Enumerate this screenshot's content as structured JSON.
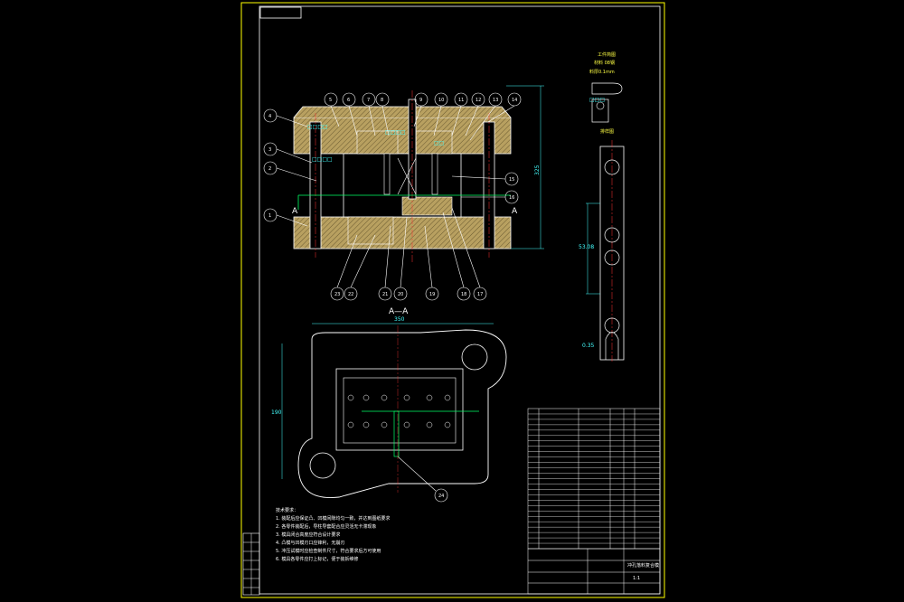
{
  "section_label": "A—A",
  "section_marker": "A",
  "dimensions": {
    "height_main": "325",
    "width_plan": "350",
    "height_plan": "190",
    "strip_pitch": "53.08",
    "strip_width": "0.35"
  },
  "part_refs": [
    "1",
    "2",
    "3",
    "4",
    "5",
    "6",
    "7",
    "8",
    "9",
    "10",
    "11",
    "12",
    "13",
    "14",
    "15",
    "16",
    "17",
    "18",
    "19",
    "20",
    "21",
    "22",
    "23",
    "24"
  ],
  "workpiece_title": "工件简图",
  "workpiece_material": "材料 08钢",
  "workpiece_thickness": "料厚0.1mm",
  "strip_title": "排样图",
  "notes_title": "技术要求：",
  "notes": [
    "1. 装配后应保证凸、凹模间隙均匀一致，并达到图纸要求",
    "2. 各零件装配后，导柱导套配合应灵活无卡滞现象",
    "3. 模具闭合高度应符合设计要求",
    "4. 凸模与凹模刃口应锋利，无崩刃",
    "5. 冲压试模时应检查制件尺寸，符合要求后方可使用",
    "6. 模具各零件应打上标记，便于装拆维修"
  ],
  "title_block": {
    "drawing_name": "冲孔落料复合模",
    "scale": "1:1"
  },
  "colors": {
    "frame": "#ffff00",
    "line": "#ffffff",
    "dim": "#00ffff",
    "hatch": "#ffff00",
    "center": "#ff3333",
    "lead": "#00ff66"
  }
}
